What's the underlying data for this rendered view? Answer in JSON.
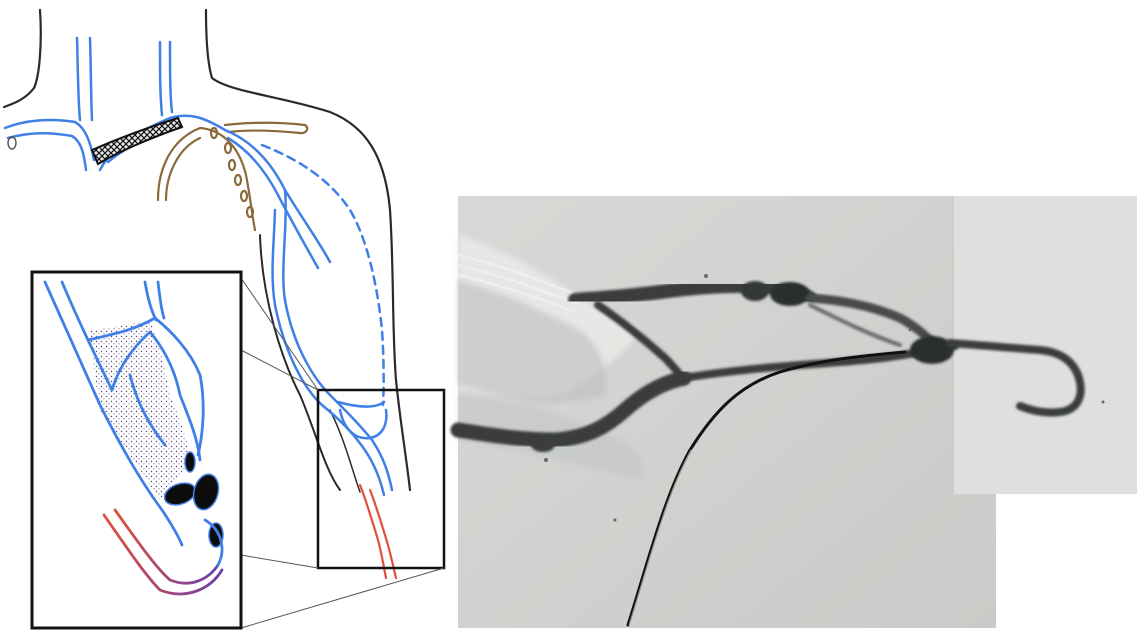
{
  "figure": {
    "panels": [
      {
        "name": "schematic-illustration"
      },
      {
        "name": "inset-magnified-anastomosis"
      },
      {
        "name": "fluoroscopy-venogram"
      }
    ],
    "colors": {
      "vein": "#3f7fe6",
      "artery": "#e0503a",
      "artery_anastomosis": "#7a3fa8",
      "nerve": "#8a6a3a",
      "outline": "#2a2a2a",
      "stent": "#1a1a1a",
      "xray_background": "#d4d6d3",
      "xray_contrast": "#3a3c3c"
    }
  }
}
